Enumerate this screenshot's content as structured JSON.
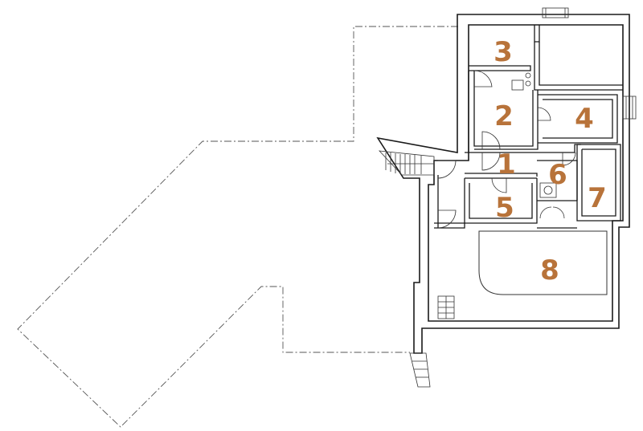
{
  "plan": {
    "rooms": [
      {
        "number": "1"
      },
      {
        "number": "2"
      },
      {
        "number": "3"
      },
      {
        "number": "4"
      },
      {
        "number": "5"
      },
      {
        "number": "6"
      },
      {
        "number": "7"
      },
      {
        "number": "8"
      }
    ],
    "label_color": "#b8733a",
    "wall_color": "#1a1a1a"
  }
}
